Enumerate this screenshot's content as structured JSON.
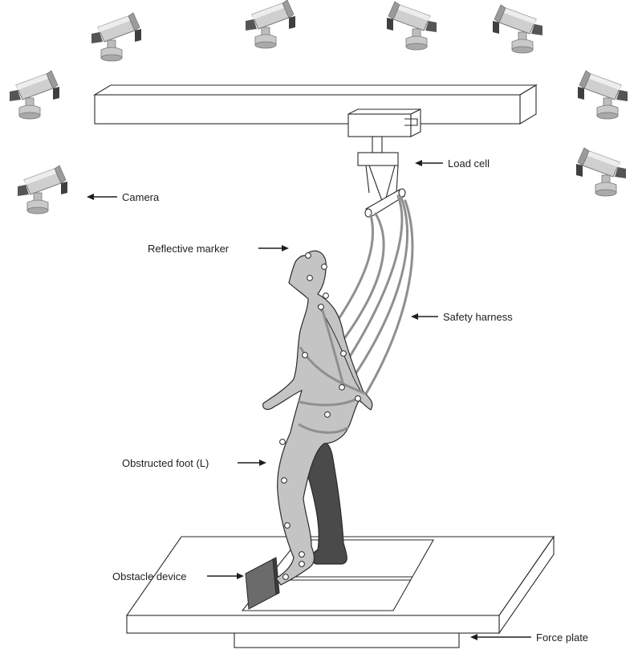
{
  "labels": {
    "camera": "Camera",
    "load_cell": "Load cell",
    "reflective_marker": "Reflective marker",
    "safety_harness": "Safety harness",
    "obstructed_foot": "Obstructed foot (L)",
    "obstacle_device": "Obstacle device",
    "force_plate": "Force plate"
  },
  "colors": {
    "outline": "#2a2a2a",
    "body_fill": "#c4c4c4",
    "right_leg_fill": "#4a4a4a",
    "harness_line": "#8f8f8f",
    "camera_body": "#b5b5b5",
    "camera_dark": "#555555",
    "marker_fill": "#ffffff"
  },
  "icons": {
    "camera": "camera-icon",
    "marker": "marker-dot"
  }
}
